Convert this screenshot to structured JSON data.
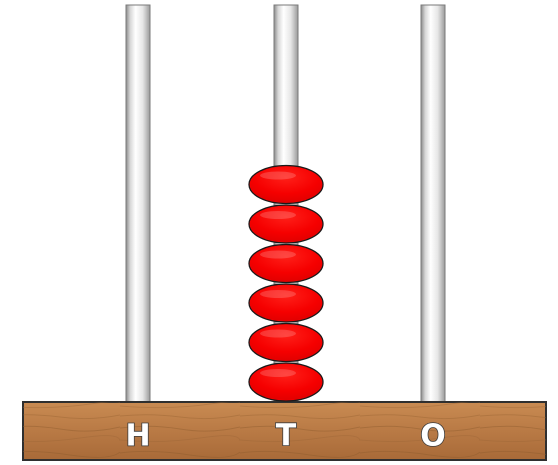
{
  "abacus": {
    "bead_color": "#ff0000",
    "rods": [
      {
        "label": "H",
        "beads": 0
      },
      {
        "label": "T",
        "beads": 6
      },
      {
        "label": "O",
        "beads": 0
      }
    ]
  }
}
